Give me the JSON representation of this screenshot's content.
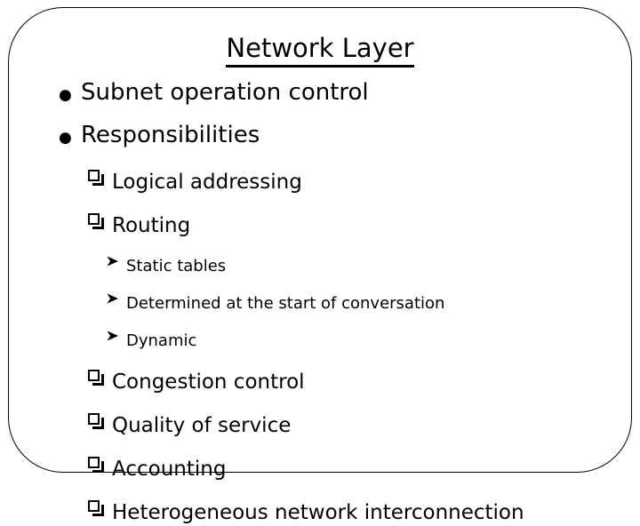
{
  "slide": {
    "title": "Network Layer",
    "title_underlined": true,
    "background_color": "#ffffff",
    "text_color": "#000000",
    "border_color": "#000000",
    "bullets": [
      {
        "level": 1,
        "marker": "filled-circle-bullet",
        "marker_glyph": "●",
        "text": "Subnet operation control"
      },
      {
        "level": 1,
        "marker": "filled-circle-bullet",
        "marker_glyph": "●",
        "text": "Responsibilities"
      },
      {
        "level": 2,
        "marker": "hollow-square-bullet",
        "marker_glyph": "❑",
        "text": "Logical addressing"
      },
      {
        "level": 2,
        "marker": "hollow-square-bullet",
        "marker_glyph": "❑",
        "text": "Routing"
      },
      {
        "level": 3,
        "marker": "arrowhead-bullet",
        "marker_glyph": "➢",
        "text": "Static tables"
      },
      {
        "level": 3,
        "marker": "arrowhead-bullet",
        "marker_glyph": "➢",
        "text": "Determined at the start of conversation"
      },
      {
        "level": 3,
        "marker": "arrowhead-bullet",
        "marker_glyph": "➢",
        "text": "Dynamic"
      },
      {
        "level": 2,
        "marker": "hollow-square-bullet",
        "marker_glyph": "❑",
        "text": "Congestion control"
      },
      {
        "level": 2,
        "marker": "hollow-square-bullet",
        "marker_glyph": "❑",
        "text": "Quality of service"
      },
      {
        "level": 2,
        "marker": "hollow-square-bullet",
        "marker_glyph": "❑",
        "text": "Accounting"
      },
      {
        "level": 2,
        "marker": "hollow-square-bullet",
        "marker_glyph": "❑",
        "text": "Heterogeneous network interconnection"
      }
    ]
  }
}
